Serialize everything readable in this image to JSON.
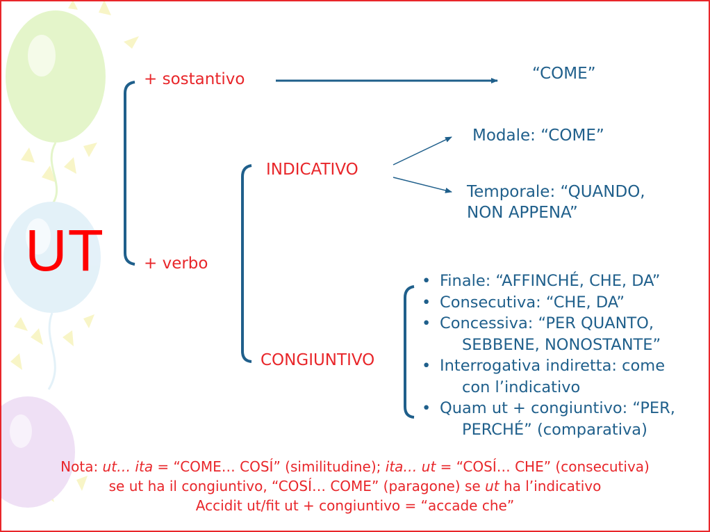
{
  "title": "UT",
  "branches": {
    "sostantivo_label": "+ sostantivo",
    "sostantivo_result": "“COME”",
    "verbo_label": "+ verbo"
  },
  "indicativo": {
    "label": "INDICATIVO",
    "modale": "Modale: “COME”",
    "temporale_line1": "Temporale: “QUANDO,",
    "temporale_line2": "NON APPENA”"
  },
  "congiuntivo": {
    "label": "CONGIUNTIVO",
    "items": [
      {
        "line1": "Finale: “AFFINCHÉ, CHE, DA”",
        "line2": ""
      },
      {
        "line1": "Consecutiva: “CHE, DA”",
        "line2": ""
      },
      {
        "line1": "Concessiva: “PER QUANTO,",
        "line2": "SEBBENE, NONOSTANTE”"
      },
      {
        "line1": "Interrogativa indiretta: come",
        "line2": "con l’indicativo"
      },
      {
        "line1": "Quam ut + congiuntivo: “PER,",
        "line2": "PERCHÉ” (comparativa)"
      }
    ]
  },
  "note": {
    "line1_a": "Nota: ",
    "line1_b": "ut… ita",
    "line1_c": " = “COME… COSÍ” (similitudine); ",
    "line1_d": "ita… ut",
    "line1_e": " = “COSÍ… CHE” (consecutiva)",
    "line2_a": "se ut ha il congiuntivo, “COSÍ… COME” (paragone) se ",
    "line2_b": "ut",
    "line2_c": " ha l’indicativo",
    "line3": "Accidit ut/fit ut + congiuntivo = “accade che”"
  },
  "colors": {
    "red": "#e8262a",
    "blue": "#1f5f8b",
    "frame": "#e8262a"
  }
}
